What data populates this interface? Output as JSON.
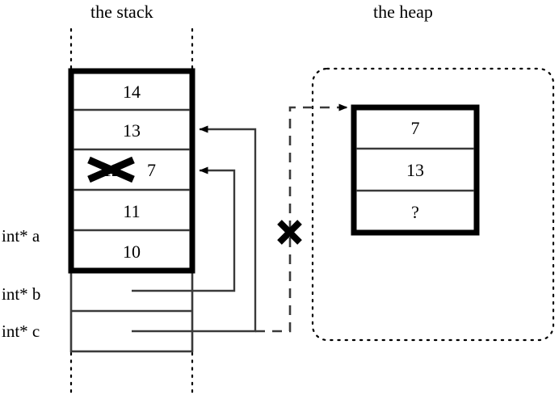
{
  "figure": {
    "stack_title": "the stack",
    "heap_title": "the heap"
  },
  "stack": {
    "array_cells": [
      {
        "value": "14"
      },
      {
        "value": "13"
      },
      {
        "value": "12"
      },
      {
        "value": "11"
      },
      {
        "value": "10"
      }
    ],
    "overwritten_cell_index": 2,
    "overwritten_new_value": "7",
    "pointer_vars": [
      {
        "label": "int* a"
      },
      {
        "label": "int* b"
      },
      {
        "label": "int* c"
      }
    ]
  },
  "heap": {
    "block_cells": [
      {
        "value": "7"
      },
      {
        "value": "13"
      },
      {
        "value": "?"
      }
    ]
  },
  "marks": {
    "struck_value_mark": "x-cross-mark",
    "broken_pointer_mark": "x-cross-mark"
  },
  "colors": {
    "stroke": "#000000",
    "thin_line": "#3a3a3a",
    "background": "#ffffff"
  }
}
